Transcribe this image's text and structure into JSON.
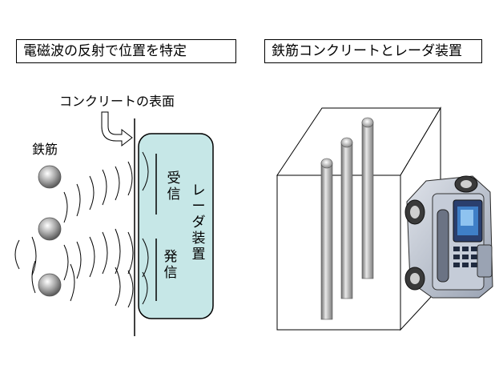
{
  "left_panel": {
    "title": "電磁波の反射で位置を特定",
    "surface_label": "コンクリートの表面",
    "rebar_label": "鉄筋",
    "receive_label": "受信",
    "transmit_label": "発信",
    "radar_label": "レーダ装置"
  },
  "right_panel": {
    "title": "鉄筋コンクリートとレーダ装置"
  },
  "colors": {
    "radar_fill": "#c6e7e7",
    "rebar_gray": "#8a8a8a",
    "device_blue": "#2a3f6e"
  }
}
